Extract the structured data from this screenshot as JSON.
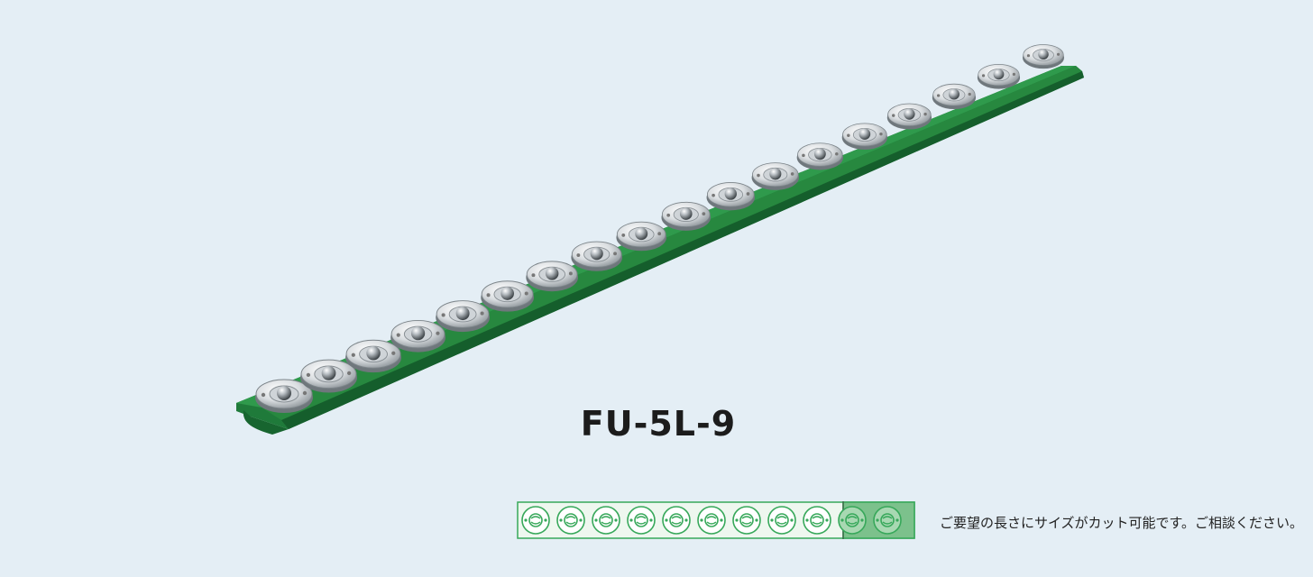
{
  "product": {
    "model": "FU-5L-9",
    "units_on_rail": 18,
    "rail_color": "#1f7a3a",
    "unit_icon": "ball-transfer-unit-icon"
  },
  "cut_diagram": {
    "units_total": 11,
    "units_cuttable": 2,
    "accent_color": "#37a85a"
  },
  "note": "ご要望の長さにサイズがカット可能です。ご相談ください。"
}
